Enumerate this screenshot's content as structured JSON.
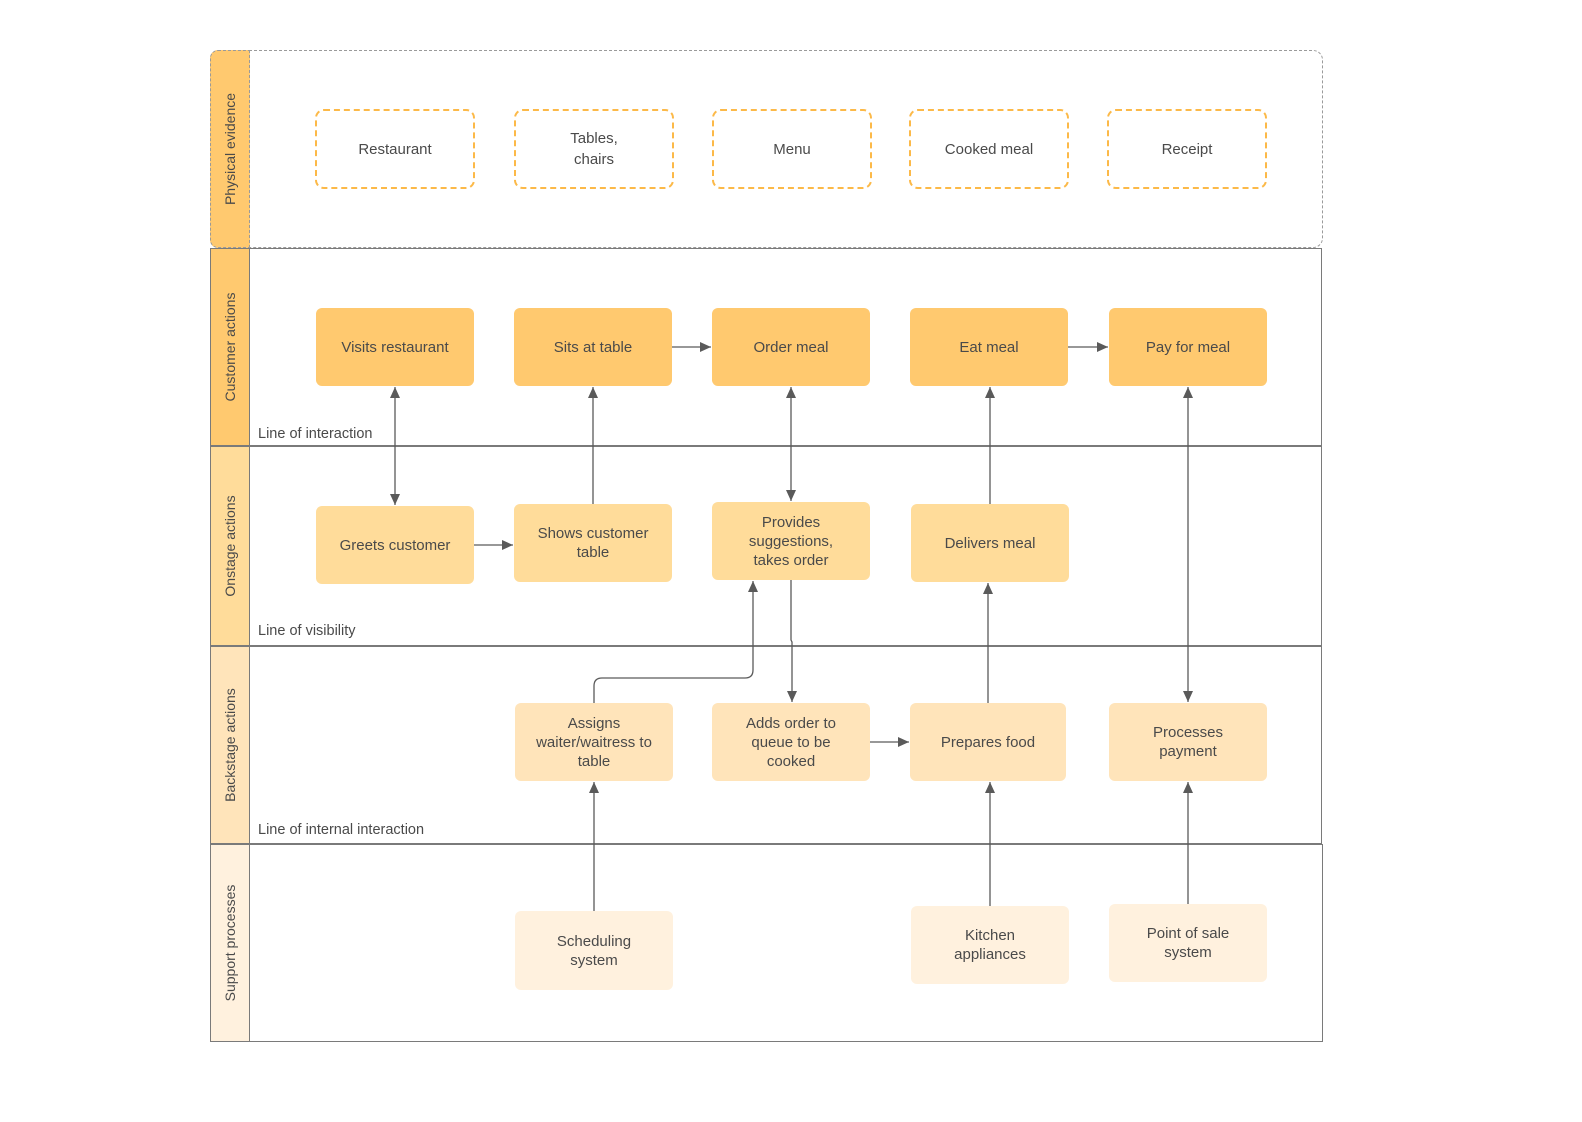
{
  "colors": {
    "lane_physical": "#ffc96f",
    "lane_customer": "#ffc96f",
    "lane_onstage": "#ffdc9a",
    "lane_backstage": "#ffe4ba",
    "lane_support": "#fff1de",
    "evidence_border": "#fcb948",
    "connector": "#5a5a5a"
  },
  "lanes": {
    "physical": "Physical evidence",
    "customer": "Customer actions",
    "onstage": "Onstage actions",
    "backstage": "Backstage actions",
    "support": "Support processes"
  },
  "lines": {
    "interaction": "Line of interaction",
    "visibility": "Line of visibility",
    "internal": "Line of internal interaction"
  },
  "evidence": {
    "restaurant": "Restaurant",
    "tables_line1": "Tables,",
    "tables_line2": "chairs",
    "menu": "Menu",
    "cooked_meal": "Cooked meal",
    "receipt": "Receipt"
  },
  "customer": {
    "visits": "Visits restaurant",
    "sits": "Sits at table",
    "order": "Order meal",
    "eat": "Eat meal",
    "pay": "Pay for meal"
  },
  "onstage": {
    "greets": "Greets customer",
    "shows_line1": "Shows customer",
    "shows_line2": "table",
    "provides_line1": "Provides",
    "provides_line2": "suggestions,",
    "provides_line3": "takes order",
    "delivers": "Delivers meal"
  },
  "backstage": {
    "assigns_line1": "Assigns",
    "assigns_line2": "waiter/waitress to",
    "assigns_line3": "table",
    "adds_line1": "Adds order to",
    "adds_line2": "queue to be",
    "adds_line3": "cooked",
    "prepares": "Prepares food",
    "processes_line1": "Processes",
    "processes_line2": "payment"
  },
  "support": {
    "scheduling_line1": "Scheduling",
    "scheduling_line2": "system",
    "kitchen_line1": "Kitchen",
    "kitchen_line2": "appliances",
    "pos_line1": "Point of sale",
    "pos_line2": "system"
  }
}
